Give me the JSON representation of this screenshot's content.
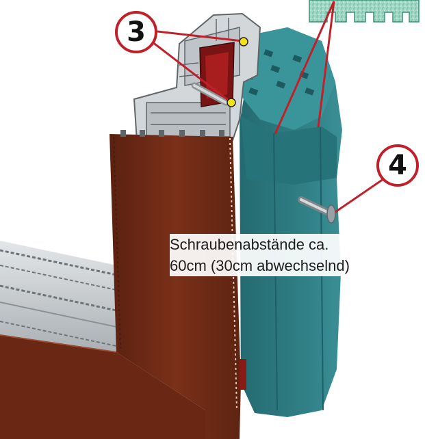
{
  "callouts": {
    "num3": "3",
    "num4": "4"
  },
  "note": {
    "line1": "Schraubenabstände ca.",
    "line2": "60cm (30cm abwechselnd)"
  },
  "colors": {
    "frame_brown": "#6e2a16",
    "insulation_teal": "#2f7f85",
    "profile_grey": "#c9cdd0",
    "callout_red": "#c0202a",
    "marker_yellow": "#f2e21a"
  }
}
